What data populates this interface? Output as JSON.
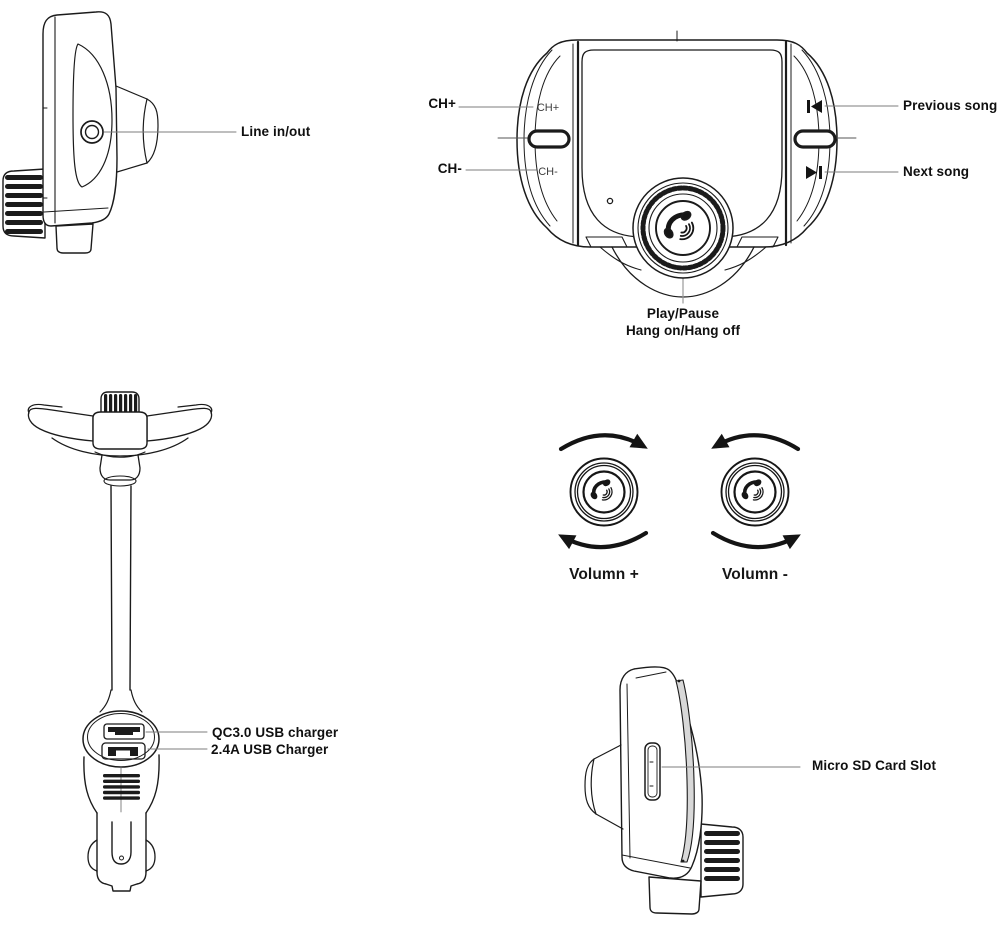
{
  "colors": {
    "ink": "#161616",
    "leader": "#7d7d7d",
    "background": "#ffffff"
  },
  "side_view_left": {
    "callout_line_in_out": "Line in/out"
  },
  "front_view": {
    "callout_ch_plus": "CH+",
    "callout_ch_minus": "CH-",
    "callout_previous": "Previous song",
    "callout_next": "Next song",
    "callout_play_pause": "Play/Pause",
    "callout_hang": "Hang on/Hang off",
    "face_ch_plus": "CH+",
    "face_ch_minus": "CH-"
  },
  "full_device": {
    "callout_qc_usb": "QC3.0 USB charger",
    "callout_usb_24a": "2.4A USB Charger"
  },
  "volume_knobs": {
    "callout_volume_plus": "Volumn +",
    "callout_volume_minus": "Volumn -"
  },
  "side_view_right": {
    "callout_sd_slot": "Micro SD Card Slot"
  }
}
